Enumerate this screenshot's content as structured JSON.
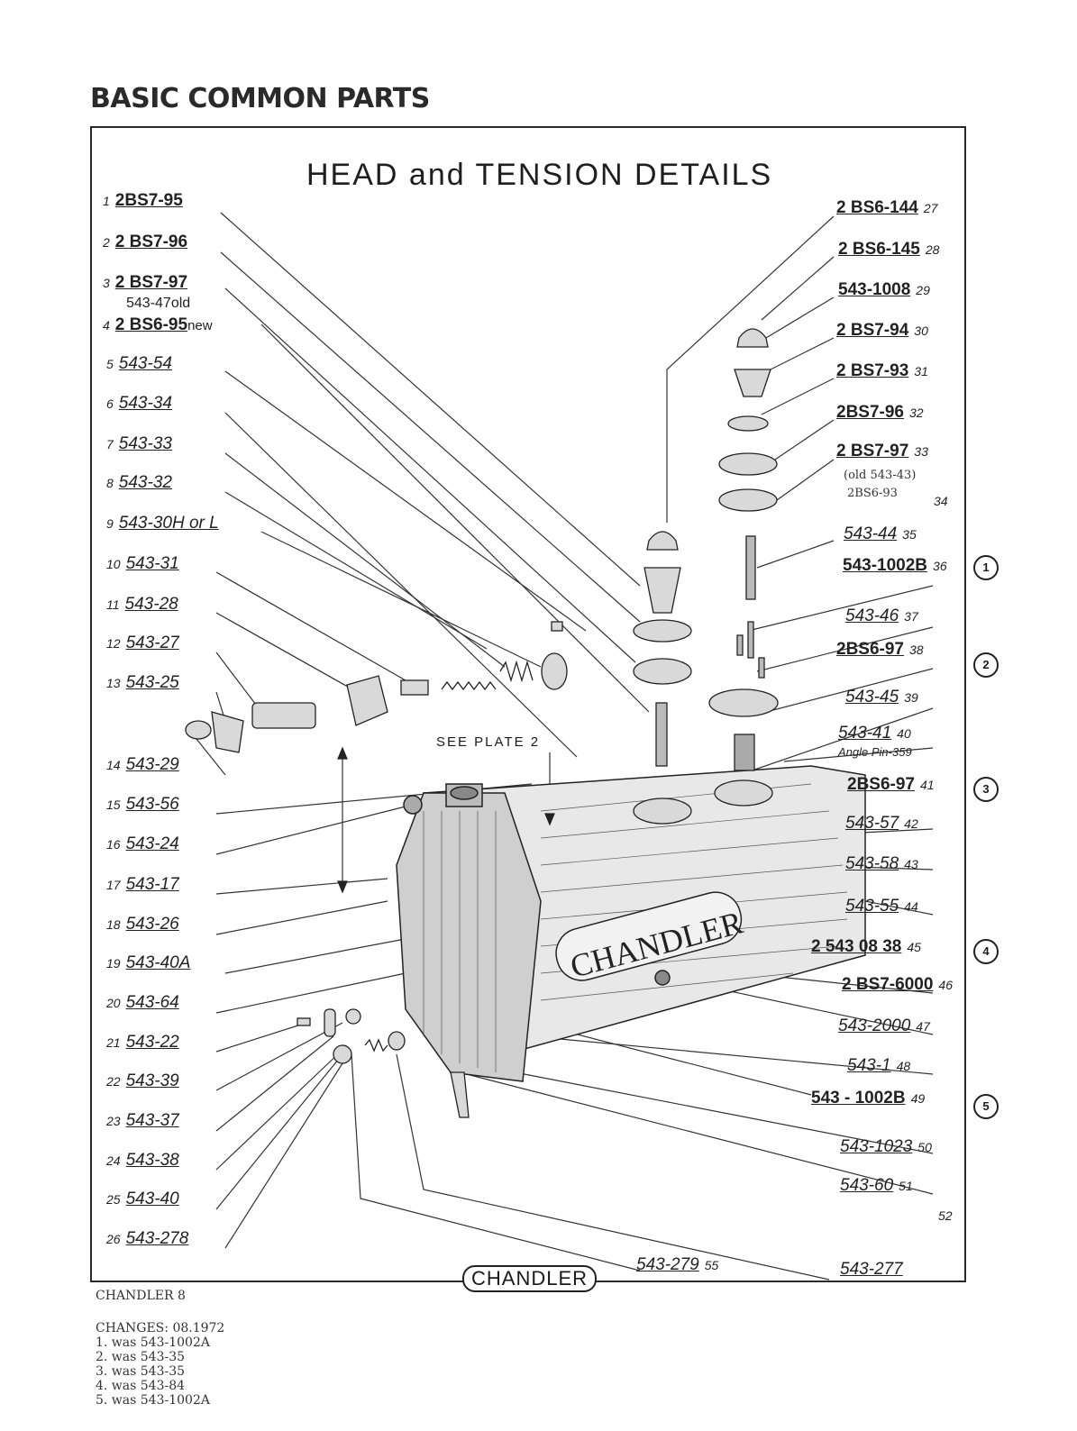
{
  "section_heading": "BASIC COMMON PARTS",
  "plate_title": "HEAD and TENSION DETAILS",
  "left_labels": [
    {
      "num": "1",
      "part": "2BS7-95"
    },
    {
      "num": "2",
      "part": "2 BS7-96"
    },
    {
      "num": "3",
      "part": "2 BS7-97"
    },
    {
      "num": "4",
      "part": "2 BS6-95",
      "suffix": "new",
      "note": "543-47old"
    },
    {
      "num": "5",
      "part": "543-54"
    },
    {
      "num": "6",
      "part": "543-34"
    },
    {
      "num": "7",
      "part": "543-33"
    },
    {
      "num": "8",
      "part": "543-32"
    },
    {
      "num": "9",
      "part": "543-30H or L"
    },
    {
      "num": "10",
      "part": "543-31"
    },
    {
      "num": "11",
      "part": "543-28"
    },
    {
      "num": "12",
      "part": "543-27"
    },
    {
      "num": "13",
      "part": "543-25"
    },
    {
      "num": "14",
      "part": "543-29"
    },
    {
      "num": "15",
      "part": "543-56"
    },
    {
      "num": "16",
      "part": "543-24"
    },
    {
      "num": "17",
      "part": "543-17"
    },
    {
      "num": "18",
      "part": "543-26"
    },
    {
      "num": "19",
      "part": "543-40A"
    },
    {
      "num": "20",
      "part": "543-64"
    },
    {
      "num": "21",
      "part": "543-22"
    },
    {
      "num": "22",
      "part": "543-39"
    },
    {
      "num": "23",
      "part": "543-37"
    },
    {
      "num": "24",
      "part": "543-38"
    },
    {
      "num": "25",
      "part": "543-40"
    },
    {
      "num": "26",
      "part": "543-278"
    }
  ],
  "right_labels": [
    {
      "num": "27",
      "part": "2 BS6-144"
    },
    {
      "num": "28",
      "part": "2 BS6-145"
    },
    {
      "num": "29",
      "part": "543-1008"
    },
    {
      "num": "30",
      "part": "2 BS7-94"
    },
    {
      "num": "31",
      "part": "2 BS7-93"
    },
    {
      "num": "32",
      "part": "2BS7-96"
    },
    {
      "num": "33",
      "part": "2 BS7-97"
    },
    {
      "num": "34",
      "part": ""
    },
    {
      "num": "35",
      "part": "543-44"
    },
    {
      "num": "36",
      "part": "543-1002B"
    },
    {
      "num": "37",
      "part": "543-46"
    },
    {
      "num": "38",
      "part": "2BS6-97"
    },
    {
      "num": "39",
      "part": "543-45"
    },
    {
      "num": "40",
      "part": "543-41",
      "note": "Angle Pin-359"
    },
    {
      "num": "41",
      "part": "2BS6-97"
    },
    {
      "num": "42",
      "part": "543-57"
    },
    {
      "num": "43",
      "part": "543-58"
    },
    {
      "num": "44",
      "part": "543-55"
    },
    {
      "num": "45",
      "part": "2 543 08 38"
    },
    {
      "num": "46",
      "part": "2 BS7-6000"
    },
    {
      "num": "47",
      "part": "543-2000"
    },
    {
      "num": "48",
      "part": "543-1"
    },
    {
      "num": "49",
      "part": "543 - 1002B"
    },
    {
      "num": "50",
      "part": "543-1023"
    },
    {
      "num": "51",
      "part": "543-60"
    },
    {
      "num": "52",
      "part": ""
    }
  ],
  "right_notes": {
    "old_43": "(old 543-43)",
    "bs6_93": "2BS6-93"
  },
  "bottom_labels": {
    "left": "543-279",
    "left_num": "55",
    "right": "543-277"
  },
  "change_markers": [
    "1",
    "2",
    "3",
    "4",
    "5"
  ],
  "see_plate": "SEE PLATE 2",
  "brand_badge": "CHANDLER",
  "body_brand": "CHANDLER",
  "footer": {
    "model": "CHANDLER 8",
    "changes_title": "CHANGES: 08.1972",
    "changes": [
      "1. was 543-1002A",
      "2. was 543-35",
      "3. was 543-35",
      "4. was 543-84",
      "5. was 543-1002A"
    ]
  }
}
